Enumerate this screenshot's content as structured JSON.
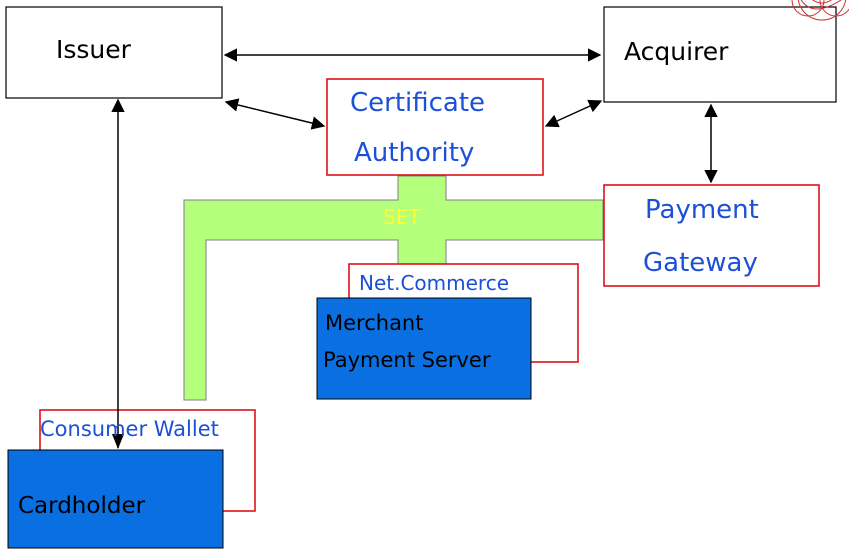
{
  "nodes": {
    "issuer": "Issuer",
    "acquirer": "Acquirer",
    "certificate_authority": [
      "Certificate",
      "Authority"
    ],
    "payment_gateway": [
      "Payment",
      "Gateway"
    ],
    "net_commerce": "Net.Commerce",
    "merchant_payment_server": [
      "Merchant",
      "Payment Server"
    ],
    "consumer_wallet": "Consumer Wallet",
    "cardholder": "Cardholder"
  },
  "set_label": "SET",
  "colors": {
    "black_box_border": "#000000",
    "red_box_border": "#e0101a",
    "blue_fill": "#0a6fe0",
    "blue_text": "#1c50d8",
    "set_channel": "#b4ff7c",
    "set_text": "#ffff33"
  },
  "decorations": [
    "logo-seal"
  ]
}
